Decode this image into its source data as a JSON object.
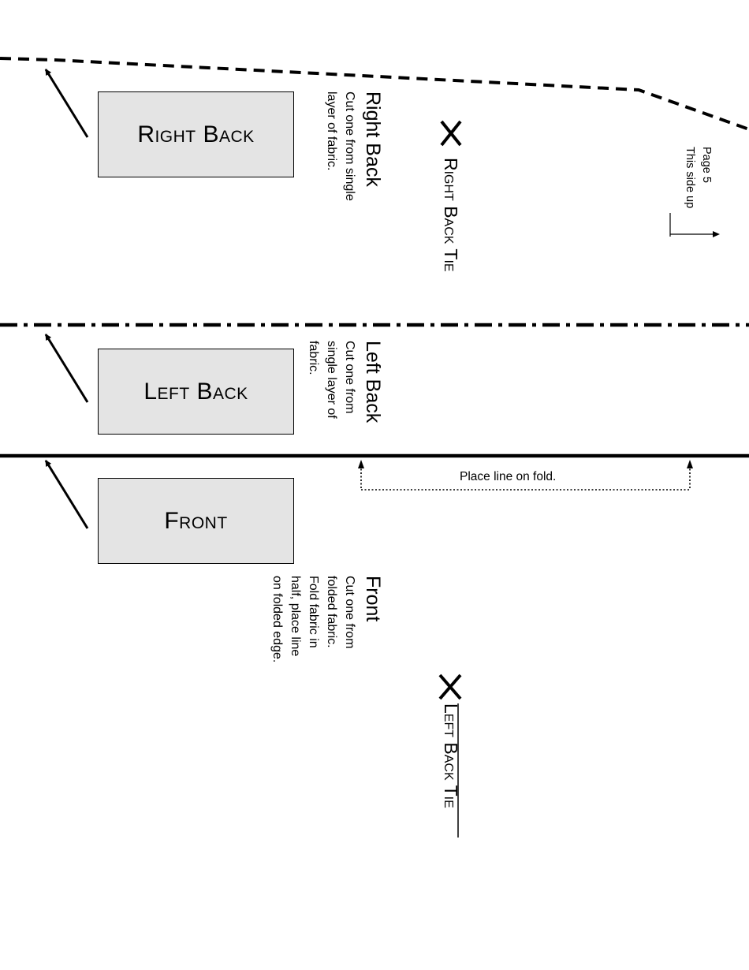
{
  "pieces": {
    "right_back": {
      "box_label": "Right Back",
      "title": "Right Back",
      "instructions": [
        "Cut one from single",
        "layer of fabric."
      ]
    },
    "left_back": {
      "box_label": "Left Back",
      "title": "Left Back",
      "instructions": [
        "Cut one from",
        "single layer of",
        "fabric."
      ]
    },
    "front": {
      "box_label": "Front",
      "title": "Front",
      "instructions": [
        "Cut one from",
        "folded fabric.",
        "Fold fabric in",
        "half, place line",
        "on folded edge."
      ]
    }
  },
  "ties": {
    "right_back_tie": "Right Back Tie",
    "left_back_tie": "Left Back Tie"
  },
  "page_note": {
    "page": "Page 5",
    "orientation": "This side up"
  },
  "fold_label": "Place line on fold."
}
